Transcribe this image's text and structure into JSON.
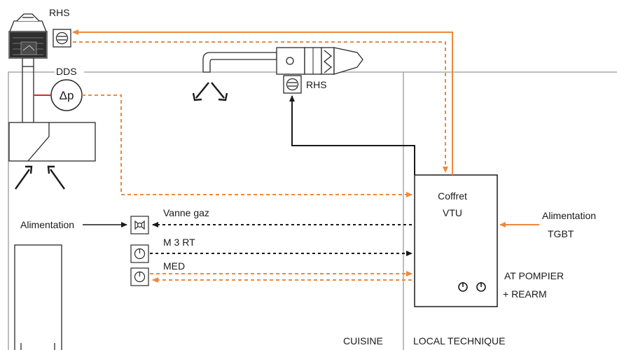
{
  "labels": {
    "rhs_top": "RHS",
    "dds": "DDS",
    "delta_p": "Δp",
    "rhs_fan": "RHS",
    "coffret_line1": "Coffret",
    "coffret_line2": "VTU",
    "alimentation_left": "Alimentation",
    "vanne_gaz": "Vanne gaz",
    "m3rt": "M 3 RT",
    "med": "MED",
    "alimentation_right_line1": "Alimentation",
    "alimentation_right_line2": "TGBT",
    "at_pompier_line1": "AT POMPIER",
    "at_pompier_line2": "+ REARM",
    "cuisine": "CUISINE",
    "local_technique": "LOCAL TECHNIQUE"
  },
  "colors": {
    "orange": "#f0883a",
    "black": "#1a1a1a",
    "wall": "#9a9a9a",
    "red": "#d9262c",
    "equipment": "#2a2a2a"
  },
  "icons": {
    "fan_top": "roof-fan-icon",
    "rhs_switch": "rhs-switch-icon",
    "pressure_sensor": "pressure-sensor-icon",
    "hood": "kitchen-hood-icon",
    "fan_unit": "fan-unit-icon",
    "gas_valve": "gas-valve-icon",
    "power_button": "power-button-icon",
    "cabinet": "cooker-cabinet-icon"
  }
}
